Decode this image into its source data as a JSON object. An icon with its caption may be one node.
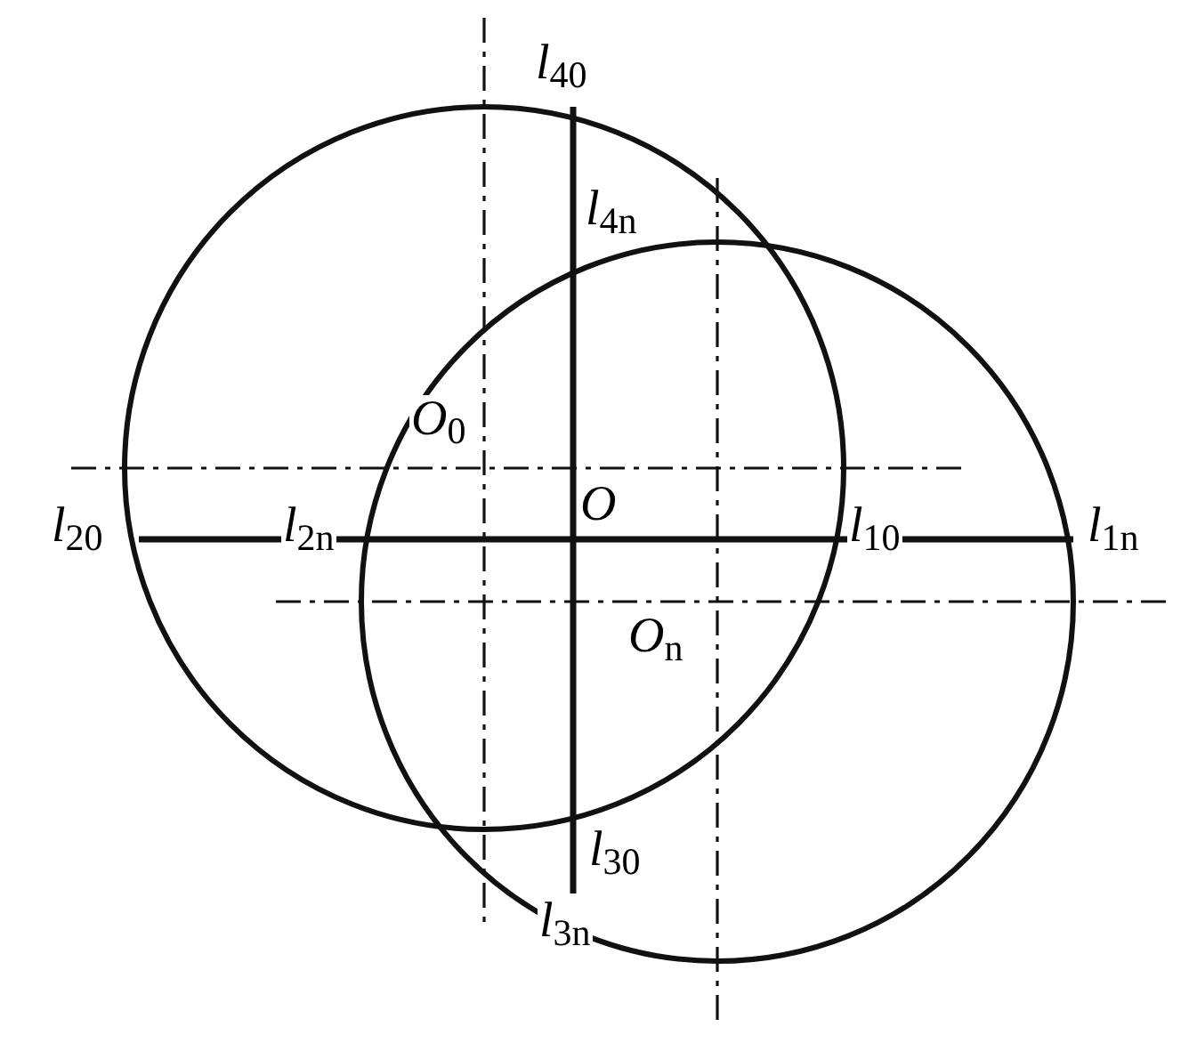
{
  "diagram": {
    "labels": [
      "*l*$_{40}$",
      "*l*$_{4n}$",
      "*O*$_{0}$",
      "*l*$_{20}$",
      "*l*$_{2n}$",
      "*O*",
      "*l*$_{10}$",
      "*l*$_{1n}$",
      "*O*$_{n}$",
      "*l*$_{30}$",
      "*l*$_{3n}$"
    ]
  }
}
